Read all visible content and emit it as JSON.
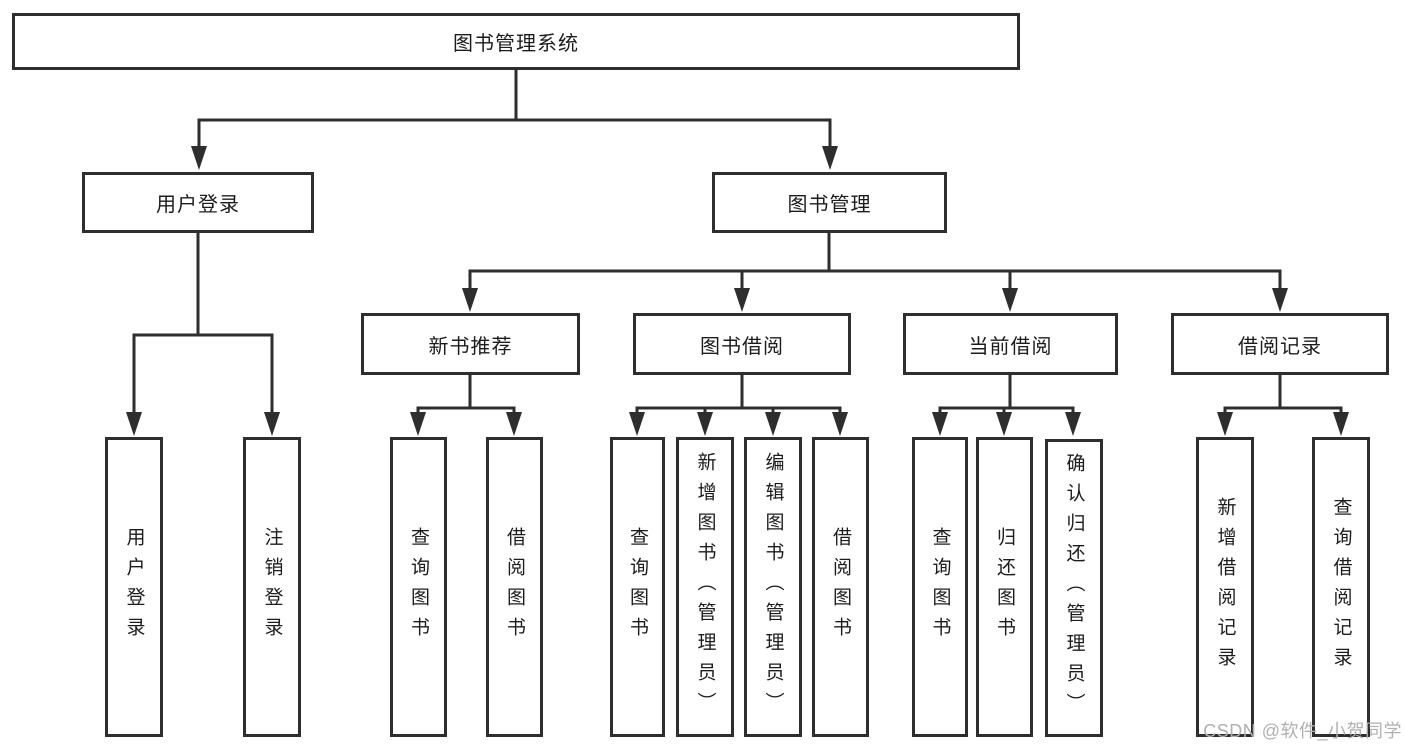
{
  "diagram": {
    "root": {
      "label": "图书管理系统"
    },
    "branches": [
      {
        "label": "用户登录",
        "leaves": [
          "用户登录",
          "注销登录"
        ]
      },
      {
        "label": "图书管理",
        "children": [
          {
            "label": "新书推荐",
            "leaves": [
              "查询图书",
              "借阅图书"
            ]
          },
          {
            "label": "图书借阅",
            "leaves": [
              "查询图书",
              "新增图书（管理员）",
              "编辑图书（管理员）",
              "借阅图书"
            ]
          },
          {
            "label": "当前借阅",
            "leaves": [
              "查询图书",
              "归还图书",
              "确认归还（管理员）"
            ]
          },
          {
            "label": "借阅记录",
            "leaves": [
              "新增借阅记录",
              "查询借阅记录"
            ]
          }
        ]
      }
    ]
  },
  "watermark": {
    "text": "CSDN @软件_小贺同学"
  },
  "colors": {
    "line": "#2e2e2e",
    "box_border": "#2e2e2e",
    "text": "#1c1c1c",
    "background": "#ffffff",
    "watermark": "#b0b0b0"
  }
}
